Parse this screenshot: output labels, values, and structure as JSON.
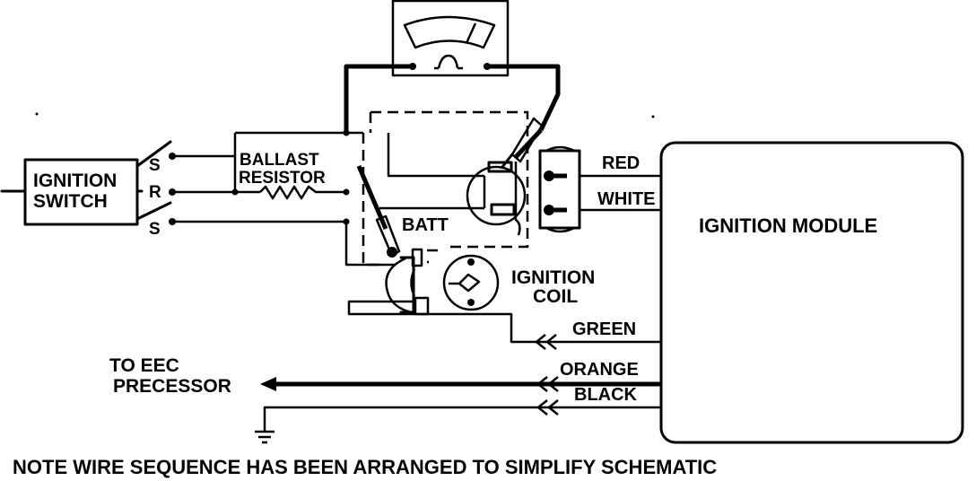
{
  "ignition_switch": {
    "line1": "IGNITION",
    "line2": "SWITCH"
  },
  "switch_terminals": {
    "s_top": "S",
    "r": "R",
    "s_bottom": "S"
  },
  "ballast_resistor": {
    "line1": "BALLAST",
    "line2": "RESISTOR"
  },
  "batt_label": "BATT",
  "ignition_coil": {
    "line1": "IGNITION",
    "line2": "COIL"
  },
  "ignition_module": {
    "label": "IGNITION MODULE"
  },
  "wires": {
    "red": "RED",
    "white": "WHITE",
    "green": "GREEN",
    "orange": "ORANGE",
    "black": "BLACK"
  },
  "eec": {
    "line1": "TO EEC",
    "line2": "PRECESSOR"
  },
  "note": "NOTE WIRE SEQUENCE HAS BEEN  ARRANGED TO  SIMPLIFY SCHEMATIC"
}
